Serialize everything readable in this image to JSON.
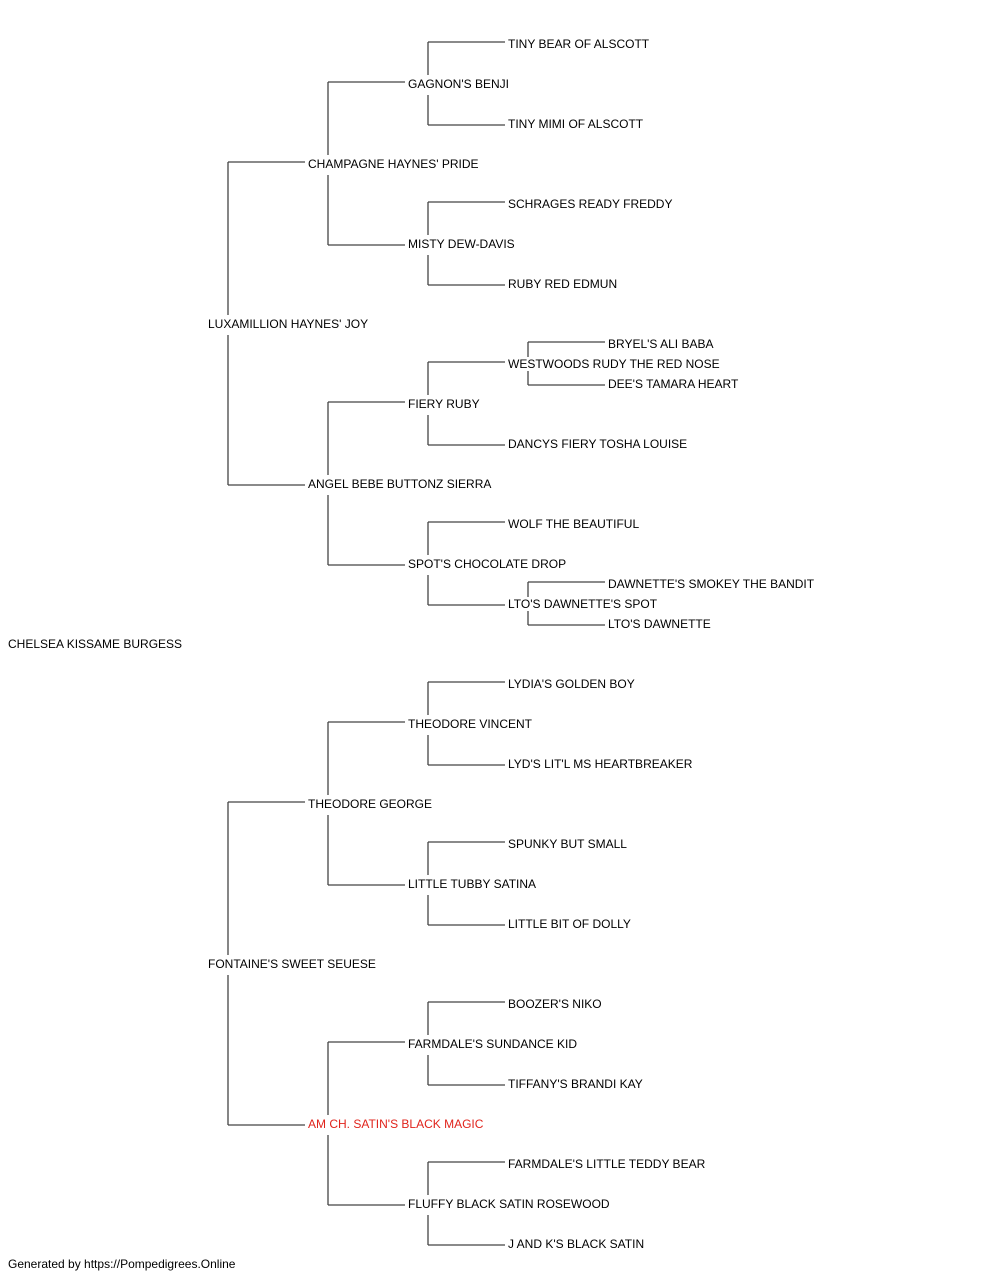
{
  "pedigree": {
    "subject": "CHELSEA KISSAME BURGESS",
    "sire": "LUXAMILLION HAYNES' JOY",
    "dam": "FONTAINE'S SWEET SEUESE",
    "sire_sire": "CHAMPAGNE HAYNES' PRIDE",
    "sire_dam": "ANGEL BEBE BUTTONZ SIERRA",
    "dam_sire": "THEODORE GEORGE",
    "dam_dam": "AM CH. SATIN'S BLACK MAGIC",
    "ss_sire": "GAGNON'S BENJI",
    "ss_dam": "MISTY DEW-DAVIS",
    "sd_sire": "FIERY RUBY",
    "sd_dam": "SPOT'S CHOCOLATE DROP",
    "ds_sire": "THEODORE VINCENT",
    "ds_dam": "LITTLE TUBBY SATINA",
    "dd_sire": "FARMDALE'S SUNDANCE KID",
    "dd_dam": "FLUFFY BLACK SATIN ROSEWOOD",
    "sss_sire": "TINY BEAR OF ALSCOTT",
    "sss_dam": "TINY MIMI OF ALSCOTT",
    "ssd_sire": "SCHRAGES READY FREDDY",
    "ssd_dam": "RUBY RED EDMUN",
    "sds_sire": "WESTWOODS RUDY THE RED NOSE",
    "sds_dam": "DANCYS FIERY TOSHA LOUISE",
    "sdd_sire": "WOLF THE BEAUTIFUL",
    "sdd_dam": "LTO'S DAWNETTE'S SPOT",
    "dss_sire": "LYDIA'S GOLDEN BOY",
    "dss_dam": "LYD'S LIT'L MS HEARTBREAKER",
    "dsd_sire": "SPUNKY BUT SMALL",
    "dsd_dam": "LITTLE BIT OF DOLLY",
    "dds_sire": "BOOZER'S NIKO",
    "dds_dam": "TIFFANY'S BRANDI KAY",
    "ddd_sire": "FARMDALE'S LITTLE TEDDY BEAR",
    "ddd_dam": "J AND K'S BLACK SATIN",
    "sdss_sire": "BRYEL'S ALI BABA",
    "sdss_dam": "DEE'S TAMARA HEART",
    "sddd_sire": "DAWNETTE'S SMOKEY THE BANDIT",
    "sddd_dam": "LTO'S DAWNETTE"
  },
  "highlight_color": "#e0231b",
  "footer": "Generated by https://Pompedigrees.Online"
}
